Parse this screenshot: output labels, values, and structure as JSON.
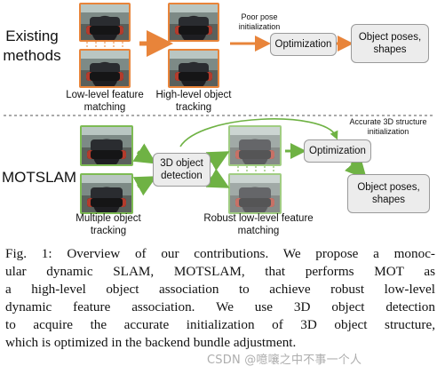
{
  "rows": {
    "existing_label": [
      "Existing",
      "methods"
    ],
    "motslam_label": "MOTSLAM"
  },
  "existing": {
    "low_level_caption": [
      "Low-level feature",
      "matching"
    ],
    "high_level_caption": [
      "High-level object",
      "tracking"
    ],
    "pose_note": [
      "Poor pose",
      "initialization"
    ],
    "optimization": "Optimization",
    "output": [
      "Object poses,",
      "shapes"
    ]
  },
  "motslam": {
    "tracking_caption": [
      "Multiple object",
      "tracking"
    ],
    "detection": [
      "3D object",
      "detection"
    ],
    "robust_caption": [
      "Robust low-level feature",
      "matching"
    ],
    "structure_note": [
      "Accurate 3D structure",
      "initialization"
    ],
    "optimization": "Optimization",
    "output": [
      "Object poses,",
      "shapes"
    ]
  },
  "caption_lines": [
    "Fig. 1: Overview of our contributions. We propose a monoc-",
    "ular dynamic SLAM, MOTSLAM, that performs MOT as",
    "a high-level object association to achieve robust low-level",
    "dynamic feature association. We use 3D object detection",
    "to acquire the accurate initialization of 3D object structure,",
    "which is optimized in the backend bundle adjustment."
  ],
  "watermark": "CSDN @噫嚷之中不事一个人",
  "colors": {
    "orange": "#e8843a",
    "green": "#6fb244"
  },
  "icons": {
    "car_image": "car-photo-icon"
  }
}
